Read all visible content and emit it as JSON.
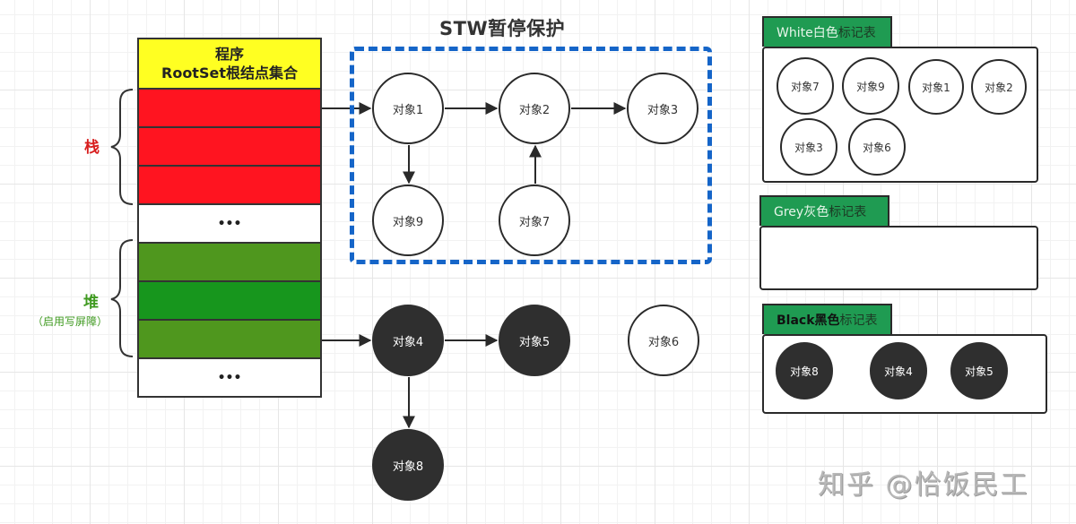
{
  "rootset": {
    "title_line1": "程序",
    "title_line2": "RootSet根结点集合",
    "rows": [
      {
        "type": "stack",
        "label": ""
      },
      {
        "type": "stack",
        "label": ""
      },
      {
        "type": "stack",
        "label": ""
      },
      {
        "type": "ellipsis",
        "label": "•••"
      },
      {
        "type": "heap",
        "label": ""
      },
      {
        "type": "heap",
        "label": ""
      },
      {
        "type": "heap",
        "label": ""
      },
      {
        "type": "ellipsis",
        "label": "•••"
      }
    ]
  },
  "labels": {
    "stack": "栈",
    "heap": "堆",
    "heap_note": "（启用写屏障）",
    "stw_title": "STW暂停保护",
    "watermark": "知乎 @恰饭民工"
  },
  "colors": {
    "stack_red": "#ff1420",
    "heap_green": "#4f971e",
    "heap_green_mid": "#17961d",
    "header_yellow": "#ffff22",
    "stw_blue": "#1565c8",
    "table_tag_green": "#1f9b52",
    "black_node": "#2f2f2f"
  },
  "graph": {
    "nodes": {
      "o1": {
        "label": "对象1",
        "color": "white"
      },
      "o2": {
        "label": "对象2",
        "color": "white"
      },
      "o3": {
        "label": "对象3",
        "color": "white"
      },
      "o9": {
        "label": "对象9",
        "color": "white"
      },
      "o7": {
        "label": "对象7",
        "color": "white"
      },
      "o4": {
        "label": "对象4",
        "color": "black"
      },
      "o5": {
        "label": "对象5",
        "color": "black"
      },
      "o6": {
        "label": "对象6",
        "color": "white"
      },
      "o8": {
        "label": "对象8",
        "color": "black"
      }
    },
    "edges": [
      {
        "from": "stack-row-1",
        "to": "o1"
      },
      {
        "from": "o1",
        "to": "o2"
      },
      {
        "from": "o2",
        "to": "o3"
      },
      {
        "from": "o1",
        "to": "o9"
      },
      {
        "from": "o7",
        "to": "o2"
      },
      {
        "from": "heap-row-3",
        "to": "o4"
      },
      {
        "from": "o4",
        "to": "o5"
      },
      {
        "from": "o4",
        "to": "o8"
      }
    ]
  },
  "tables": {
    "white": {
      "title_a": "White白色",
      "title_b": "标记表",
      "items": [
        "对象7",
        "对象9",
        "对象1",
        "对象2",
        "对象3",
        "对象6"
      ]
    },
    "grey": {
      "title_a": "Grey灰色",
      "title_b": "标记表",
      "items": []
    },
    "black": {
      "title_a": "Black黑色",
      "title_b": "标记表",
      "items": [
        "对象8",
        "对象4",
        "对象5"
      ]
    }
  }
}
